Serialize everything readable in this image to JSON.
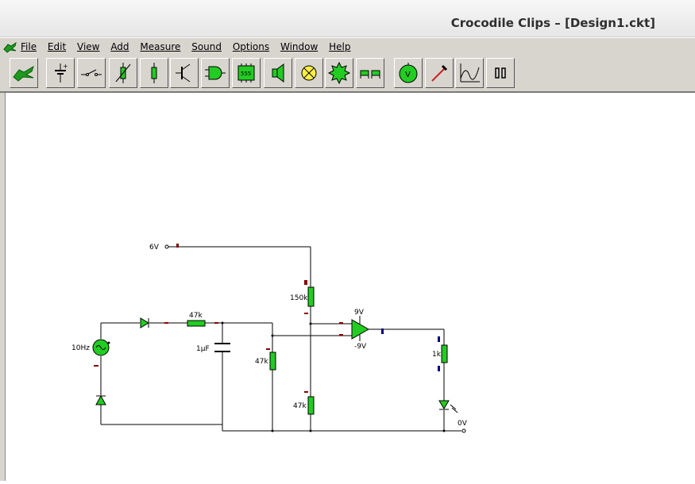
{
  "window": {
    "title": "Crocodile Clips – [Design1.ckt]"
  },
  "menu": {
    "items": [
      "File",
      "Edit",
      "View",
      "Add",
      "Measure",
      "Sound",
      "Options",
      "Window",
      "Help"
    ]
  },
  "toolbar": {
    "buttons": [
      {
        "name": "croc-logo-button",
        "icon": "crocodile-icon"
      },
      {
        "name": "power-supply-button",
        "icon": "battery-icon"
      },
      {
        "name": "switch-button",
        "icon": "switch-icon"
      },
      {
        "name": "variable-resistor-button",
        "icon": "variable-resistor-icon"
      },
      {
        "name": "resistor-button",
        "icon": "resistor-icon"
      },
      {
        "name": "transistor-button",
        "icon": "transistor-icon"
      },
      {
        "name": "logic-gate-button",
        "icon": "and-gate-icon"
      },
      {
        "name": "ic-555-button",
        "icon": "chip-555-icon",
        "label": "555"
      },
      {
        "name": "speaker-button",
        "icon": "speaker-icon"
      },
      {
        "name": "lamp-button",
        "icon": "lamp-icon"
      },
      {
        "name": "gear-button",
        "icon": "gear-icon"
      },
      {
        "name": "connector-button",
        "icon": "connector-icon"
      },
      {
        "name": "voltmeter-button",
        "icon": "voltmeter-icon",
        "label": "V"
      },
      {
        "name": "probe-button",
        "icon": "probe-icon"
      },
      {
        "name": "graph-button",
        "icon": "graph-icon"
      },
      {
        "name": "pause-button",
        "icon": "pause-icon"
      }
    ]
  },
  "circuit": {
    "supply_label": "6V",
    "source_label": "10Hz",
    "r1_label": "47k",
    "c1_label": "1µF",
    "r2_label": "47k",
    "r3_label": "150k",
    "r4_label": "47k",
    "opamp_pos_label": "9V",
    "opamp_neg_label": "-9V",
    "r5_label": "1k",
    "ground_label": "0V"
  },
  "colors": {
    "component_fill": "#22cc22",
    "pin_red": "#8b0000",
    "pin_blue": "#000080",
    "wire": "#000000"
  }
}
